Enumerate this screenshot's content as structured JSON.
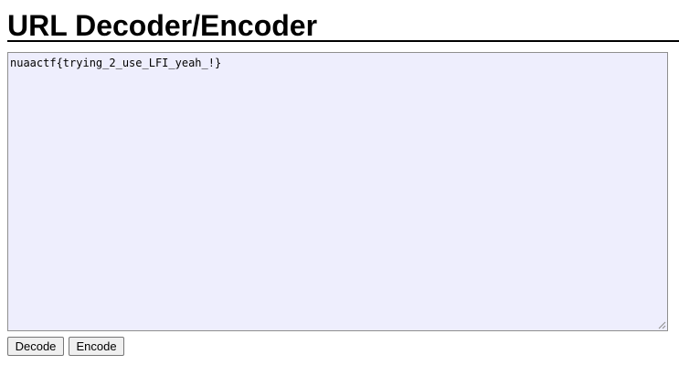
{
  "page": {
    "title": "URL Decoder/Encoder"
  },
  "editor": {
    "value": "nuaactf{trying_2_use_LFI_yeah_!}",
    "background": "#eeeefd"
  },
  "buttons": {
    "decode_label": "Decode",
    "encode_label": "Encode"
  },
  "icons": {
    "resize_grip": "resize-grip-icon"
  }
}
